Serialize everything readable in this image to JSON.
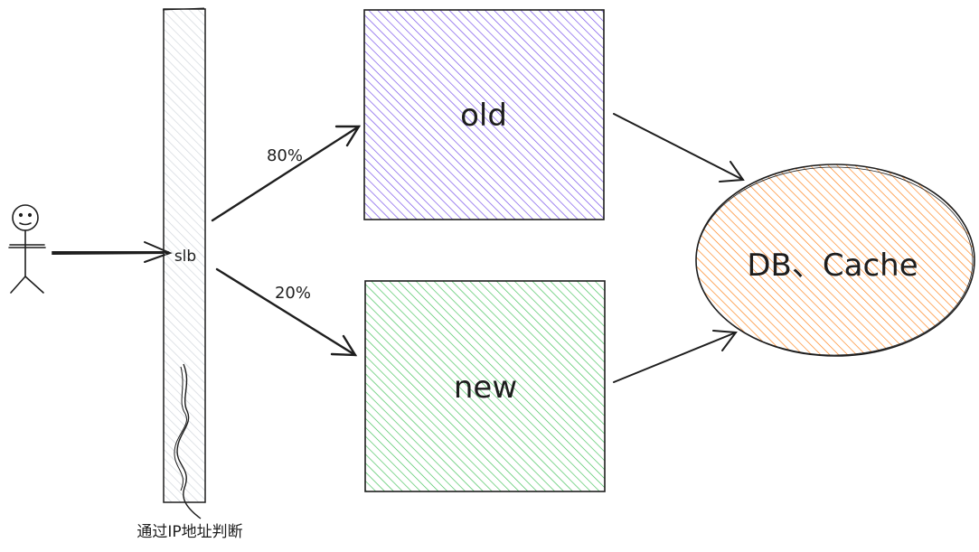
{
  "diagram": {
    "nodes": {
      "slb": {
        "label": "slb",
        "note": "通过IP地址判断",
        "fill": "#ced4da"
      },
      "old": {
        "label": "old",
        "fill": "#7048e8"
      },
      "new": {
        "label": "new",
        "fill": "#40c057"
      },
      "db": {
        "label": "DB、Cache",
        "fill": "#fd7e14"
      },
      "user": {
        "icon": "stick-figure-icon"
      }
    },
    "edges": [
      {
        "from": "user",
        "to": "slb"
      },
      {
        "from": "slb",
        "to": "old",
        "label": "80%"
      },
      {
        "from": "slb",
        "to": "new",
        "label": "20%"
      },
      {
        "from": "old",
        "to": "db"
      },
      {
        "from": "new",
        "to": "db"
      }
    ]
  }
}
